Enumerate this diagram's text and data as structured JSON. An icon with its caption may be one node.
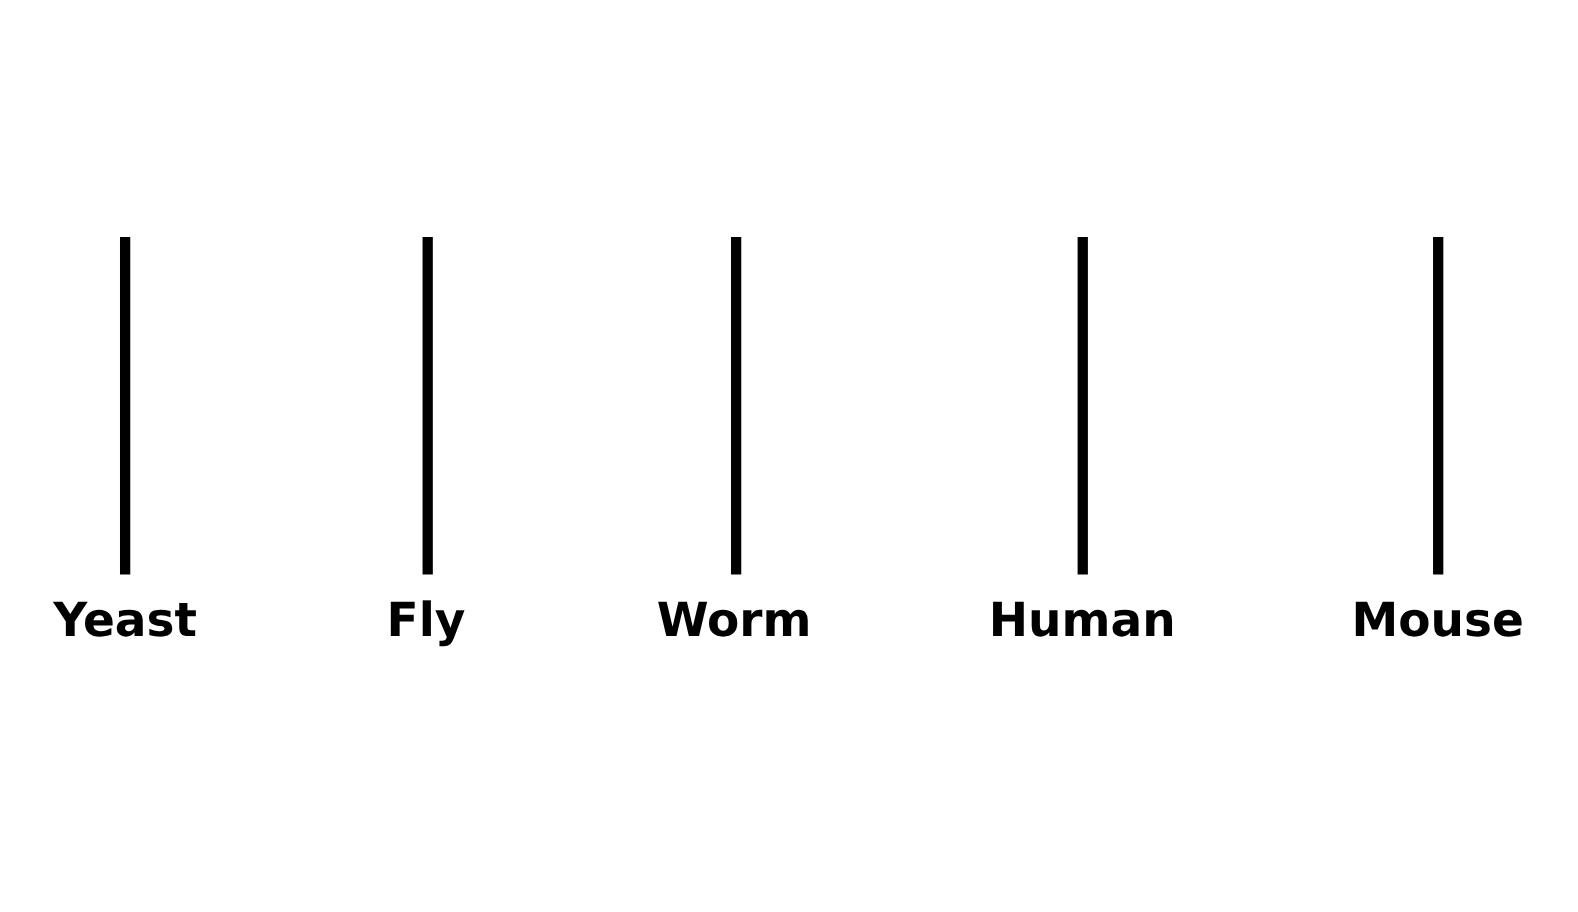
{
  "diagram": {
    "nodes": [
      {
        "text": [
          "Yeast"
        ]
      },
      {
        "text": [
          "Fly"
        ]
      },
      {
        "text": [
          "Worm"
        ]
      },
      {
        "text": [
          "Human"
        ]
      },
      {
        "text": [
          "Mouse"
        ]
      }
    ],
    "edges": [
      {
        "from": null,
        "to": 0,
        "arrow": "none"
      },
      {
        "from": null,
        "to": 1,
        "arrow": "none"
      },
      {
        "from": null,
        "to": 2,
        "arrow": "none"
      },
      {
        "from": null,
        "to": 3,
        "arrow": "none"
      },
      {
        "from": null,
        "to": 4,
        "arrow": "none"
      }
    ]
  }
}
